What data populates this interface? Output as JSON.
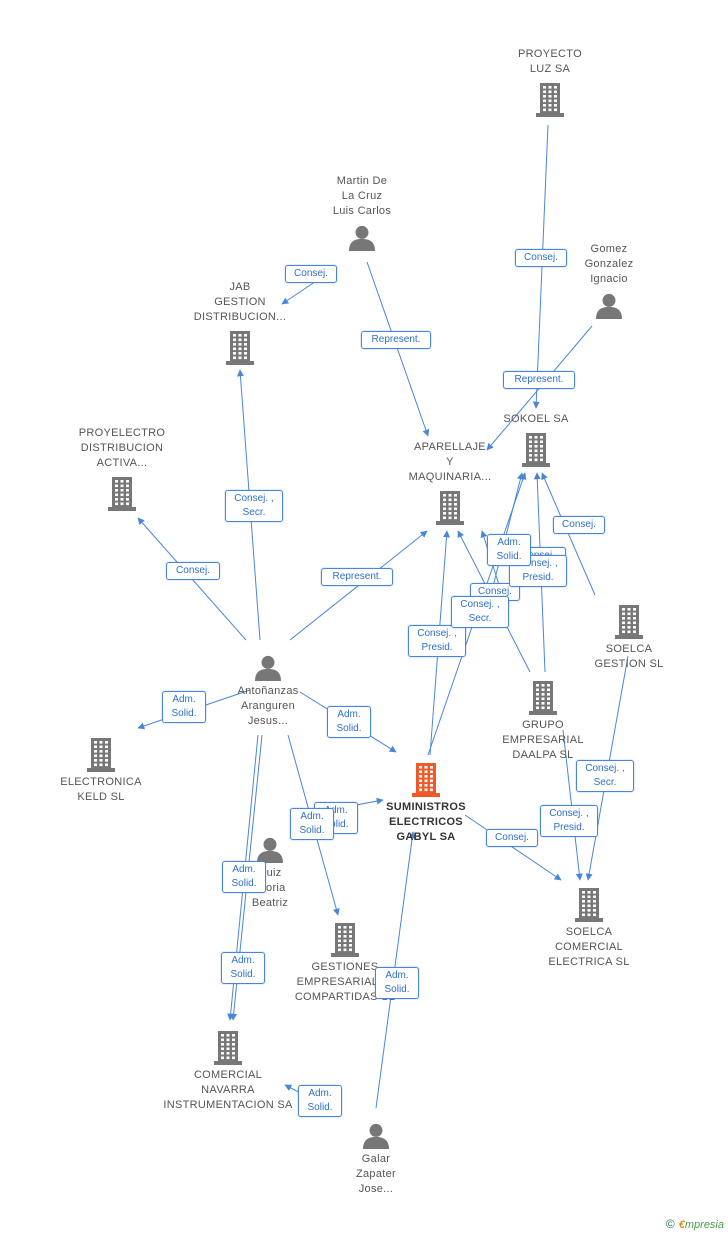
{
  "colors": {
    "edge": "#4a86d8",
    "company": "#777777",
    "person": "#777777",
    "focus": "#f05a28"
  },
  "nodes": [
    {
      "id": "proyecto_luz",
      "type": "company",
      "label": "PROYECTO\nLUZ SA"
    },
    {
      "id": "martin",
      "type": "person",
      "label": "Martin De\nLa Cruz\nLuis Carlos"
    },
    {
      "id": "gomez",
      "type": "person",
      "label": "Gomez\nGonzalez\nIgnacio"
    },
    {
      "id": "jab",
      "type": "company",
      "label": "JAB\nGESTION\nDISTRIBUCION..."
    },
    {
      "id": "sokoel",
      "type": "company",
      "label": "SOKOEL SA"
    },
    {
      "id": "proyelectro",
      "type": "company",
      "label": "PROYELECTRO\nDISTRIBUCION\nACTIVA..."
    },
    {
      "id": "aparellaje",
      "type": "company",
      "label": "APARELLAJE\nY\nMAQUINARIA..."
    },
    {
      "id": "soelca_gestion",
      "type": "company",
      "label": "SOELCA\nGESTION SL"
    },
    {
      "id": "antonanzas",
      "type": "person",
      "label": "Antoñanzas\nAranguren\nJesus..."
    },
    {
      "id": "grupo_daalpa",
      "type": "company",
      "label": "GRUPO\nEMPRESARIAL\nDAALPA SL"
    },
    {
      "id": "electronica_keld",
      "type": "company",
      "label": "ELECTRONICA\nKELD SL"
    },
    {
      "id": "suministros",
      "type": "focus",
      "label": "SUMINISTROS\nELECTRICOS\nGABYL SA"
    },
    {
      "id": "ruiz",
      "type": "person",
      "label": "Ruiz\nGloria\nBeatriz"
    },
    {
      "id": "soelca_comercial",
      "type": "company",
      "label": "SOELCA\nCOMERCIAL\nELECTRICA SL"
    },
    {
      "id": "gestiones",
      "type": "company",
      "label": "GESTIONES\nEMPRESARIALES\nCOMPARTIDAS SL"
    },
    {
      "id": "comercial_navarra",
      "type": "company",
      "label": "COMERCIAL\nNAVARRA\nINSTRUMENTACION SA"
    },
    {
      "id": "galar",
      "type": "person",
      "label": "Galar\nZapater\nJose..."
    }
  ],
  "edges": [
    {
      "label": "Consej."
    },
    {
      "label": "Consej."
    },
    {
      "label": "Represent."
    },
    {
      "label": "Represent."
    },
    {
      "label": "Consej. ,\nSecr."
    },
    {
      "label": "Consej."
    },
    {
      "label": "Represent."
    },
    {
      "label": "Adm.\nSolid."
    },
    {
      "label": "Adm.\nSolid."
    },
    {
      "label": "Adm.\nSolid."
    },
    {
      "label": "Adm.\nSolid."
    },
    {
      "label": "Adm.\nSolid."
    },
    {
      "label": "Adm.\nSolid."
    },
    {
      "label": "Adm.\nSolid."
    },
    {
      "label": "Adm.\nSolid."
    },
    {
      "label": "Consej. ,\nPresid."
    },
    {
      "label": "Consej."
    },
    {
      "label": "Consej. ,\nSecr."
    },
    {
      "label": "Consej."
    },
    {
      "label": "Consej. ,\nPresid."
    },
    {
      "label": "Consej."
    },
    {
      "label": "Consej. ,\nSecr."
    },
    {
      "label": "Consej. ,\nPresid."
    },
    {
      "label": "Consej."
    },
    {
      "label": "Adm.\nSolid."
    }
  ],
  "footer": {
    "copyright": "©",
    "brand_e": "€",
    "brand_rest": "mpresia"
  }
}
